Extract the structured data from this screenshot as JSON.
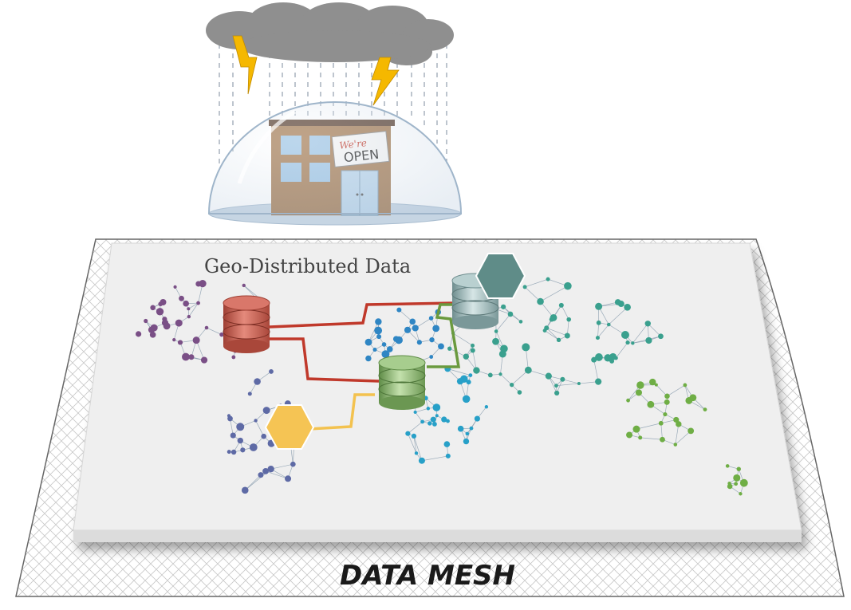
{
  "labels": {
    "geo_title": "Geo-Distributed Data",
    "mesh_title": "DATA MESH",
    "sign_script": "We're",
    "sign_main": "OPEN"
  },
  "colors": {
    "cloud": "#8f8f8f",
    "lightning": "#f5b800",
    "rain": "#9aa6b4",
    "dome": "#c7d6e6",
    "building": "#a37a52",
    "window": "#9dc4e4",
    "red_db": "#c65a4c",
    "green_db": "#86b26c",
    "teal_db": "#90adae",
    "teal_hex": "#5f8c88",
    "yellow_hex": "#f5c454",
    "red_link": "#c0392b",
    "green_link": "#6a9a3e",
    "yellow_link": "#f3c24f"
  },
  "icons": [
    "cloud-icon",
    "lightning-icon",
    "dome-icon",
    "store-building-icon",
    "database-icon",
    "hexagon-icon",
    "network-node-icon"
  ]
}
